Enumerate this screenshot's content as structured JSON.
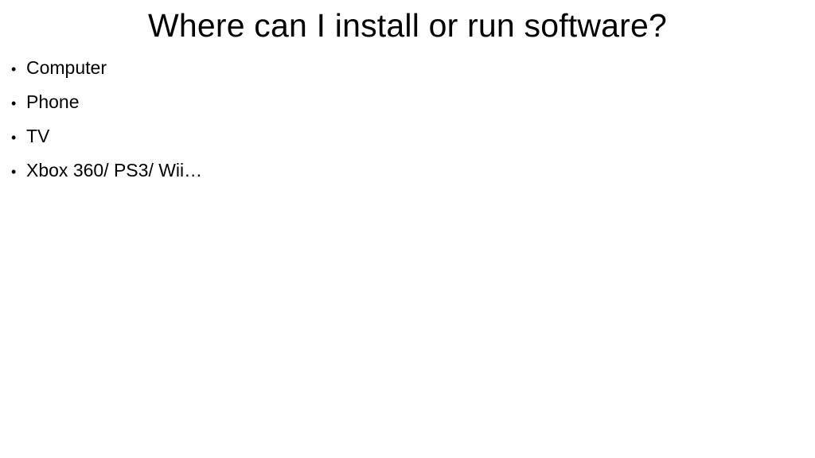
{
  "slide": {
    "title": "Where can I install or run software?",
    "bullet_glyph": "•",
    "bullets": [
      "Computer",
      "Phone",
      "TV",
      "Xbox 360/ PS3/ Wii…"
    ]
  }
}
